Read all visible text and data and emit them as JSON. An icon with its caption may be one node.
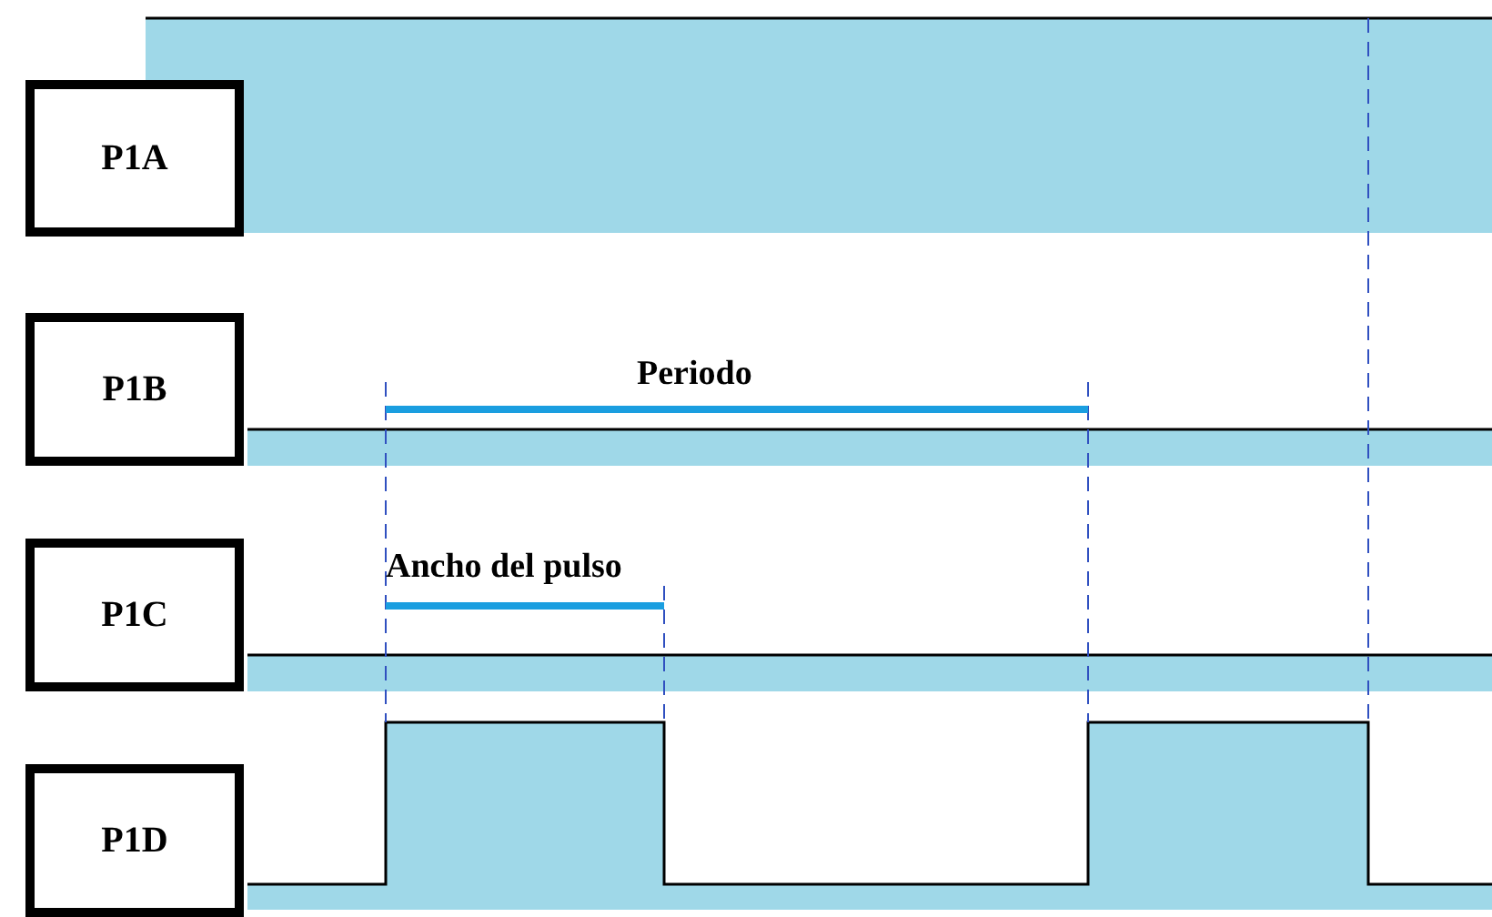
{
  "diagram": {
    "nodes": [
      {
        "text": [
          "P1A"
        ]
      },
      {
        "text": [
          "P1B"
        ]
      },
      {
        "text": [
          "P1C"
        ]
      },
      {
        "text": [
          "P1D"
        ]
      }
    ],
    "labels": [
      "Periodo",
      "Ancho del pulso"
    ]
  }
}
